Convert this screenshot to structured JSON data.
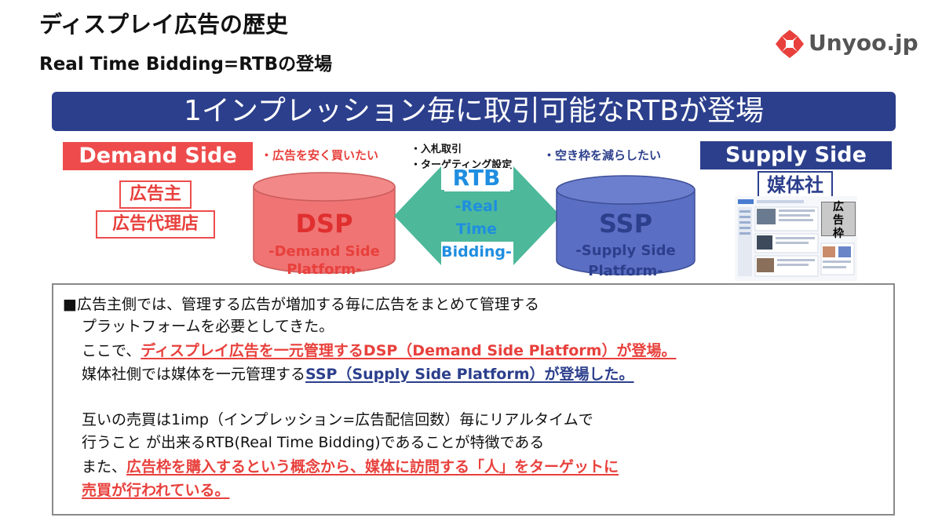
{
  "header": {
    "title": "ディスプレイ広告の歴史",
    "subtitle": "Real Time Bidding=RTBの登場"
  },
  "logo": {
    "text": "Unyoo.jp",
    "icon": "unyoo-logo-icon",
    "color": "#e8403c"
  },
  "banner": {
    "text": "1インプレッション毎に取引可能なRTBが登場"
  },
  "demand": {
    "label": "Demand Side",
    "note": "・広告を安く買いたい",
    "entities": [
      "広告主",
      "広告代理店"
    ]
  },
  "supply": {
    "label": "Supply Side",
    "note": "・空き枠を減らしたい",
    "entity": "媒体社",
    "ad_slot": "広告枠"
  },
  "rtb": {
    "notes": [
      "・入札取引",
      "・ターゲティング設定"
    ],
    "title": "RTB",
    "line1": "-Real",
    "line2": "Time",
    "line3": "Bidding-"
  },
  "dsp": {
    "name": "DSP",
    "line1": "-Demand Side",
    "line2": "Platform-"
  },
  "ssp": {
    "name": "SSP",
    "line1": "-Supply Side",
    "line2": "Platform-"
  },
  "description": {
    "l1": "■広告主側では、管理する広告が増加する毎に広告をまとめて管理する",
    "l2": "プラットフォームを必要としてきた。",
    "l3a": "ここで、",
    "l3b": "ディスプレイ広告を一元管理するDSP（Demand Side Platform）が登場。",
    "l4a": "媒体社側では媒体を一元管理する",
    "l4b": "SSP（Supply Side Platform）が登場した。",
    "l5": "互いの売買は1imp（インプレッション=広告配信回数）毎にリアルタイムで",
    "l6": "行うこと が出来るRTB(Real Time Bidding)であることが特徴である",
    "l7a": "また、",
    "l7b": "広告枠を購入するという概念から、媒体に訪問する「人」をターゲットに",
    "l8": "売買が行われている。"
  },
  "colors": {
    "red": "#ee4c4c",
    "navy": "#2c3f8c",
    "dsp_fill": "#f07474",
    "ssp_fill": "#5a6fc4",
    "arrow": "#4db89a",
    "rtb_text": "#1f8ee0"
  }
}
